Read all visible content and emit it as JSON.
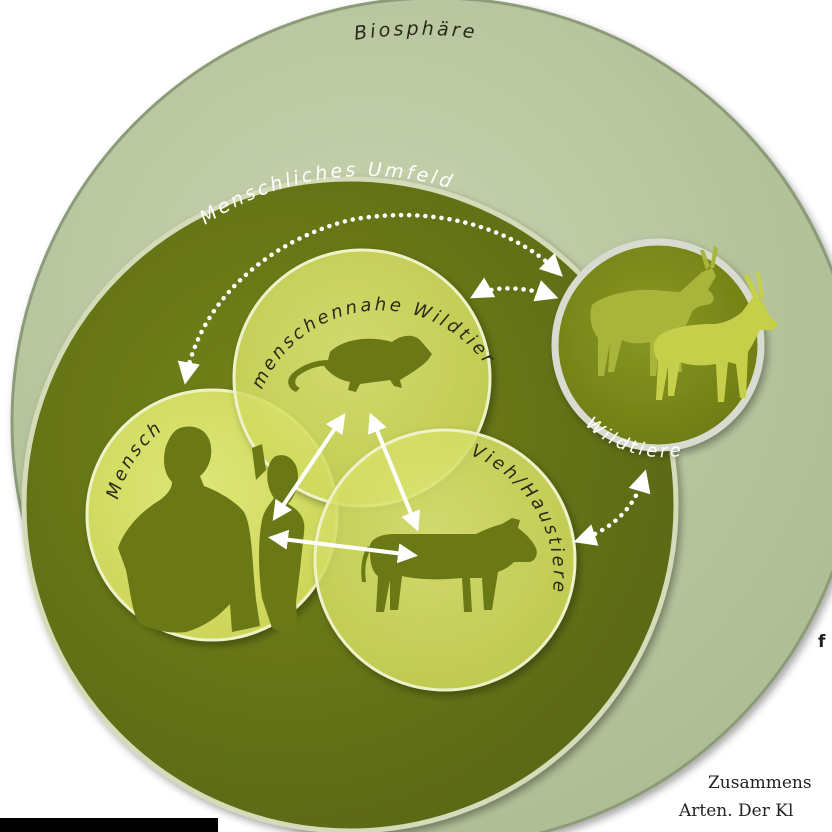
{
  "diagram": {
    "labels": {
      "biosphere": "Biosphäre",
      "human_environment": "Menschliches Umfeld",
      "wildlife": "Wildtiere",
      "peridomestic_wildlife": "menschennahe Wildtiere",
      "human": "Mensch",
      "livestock": "Vieh/Haustiere"
    },
    "icons": {
      "wildlife": "antelope-icon",
      "peridomestic_wildlife": "rat-icon",
      "human": "people-icon",
      "livestock": "cow-icon"
    },
    "colors": {
      "biosphere": "#b9c7a0",
      "human_environment": "#6b7a12",
      "wildlife_disc": "#7d8a1a",
      "domain_disc": "#dce66a",
      "silhouette_light": "#c5cf4a",
      "silhouette_dark": "#6b7816",
      "arrow": "#ffffff"
    }
  },
  "page_fragments": {
    "right_edge_letter": "f",
    "caption_line_1": "Zusammens",
    "caption_line_2": "Arten. Der Kl"
  }
}
